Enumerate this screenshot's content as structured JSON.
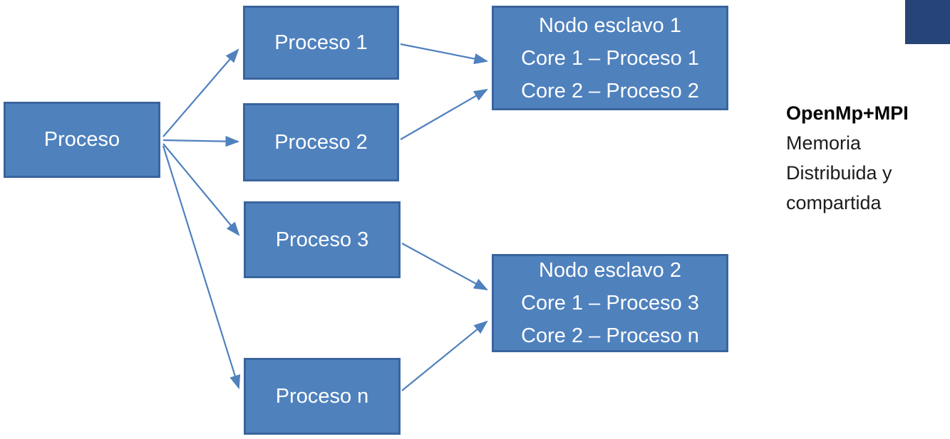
{
  "diagram": {
    "root": {
      "label": "Proceso"
    },
    "processes": [
      {
        "label": "Proceso 1"
      },
      {
        "label": "Proceso 2"
      },
      {
        "label": "Proceso 3"
      },
      {
        "label": "Proceso n"
      }
    ],
    "nodes": [
      {
        "title": "Nodo esclavo 1",
        "lines": [
          "Core 1 – Proceso 1",
          "Core 2 – Proceso 2"
        ]
      },
      {
        "title": "Nodo esclavo 2",
        "lines": [
          "Core 1 – Proceso 3",
          "Core 2 – Proceso n"
        ]
      }
    ],
    "annotation": {
      "title": "OpenMp+MPI",
      "lines": [
        "Memoria",
        "Distribuida y",
        "compartida"
      ]
    },
    "colors": {
      "box_fill": "#4f81bd",
      "box_border": "#3a649e",
      "text_on_box": "#ffffff",
      "arrow": "#4f81bd",
      "corner_bar": "#264478"
    }
  }
}
